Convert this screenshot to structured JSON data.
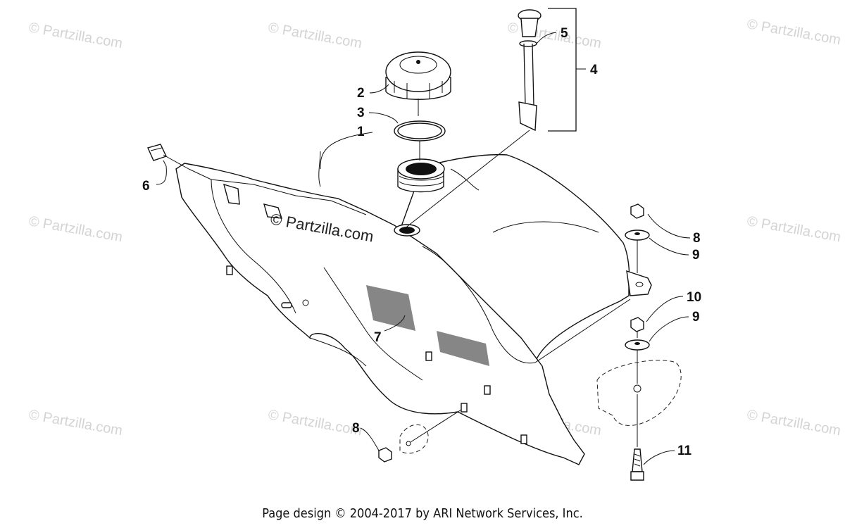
{
  "watermark": {
    "text": "© Partzilla.com",
    "center_text": "© Partzilla.com"
  },
  "callouts": {
    "c1": "1",
    "c2": "2",
    "c3": "3",
    "c4": "4",
    "c5": "5",
    "c6": "6",
    "c7": "7",
    "c8a": "8",
    "c8b": "8",
    "c9a": "9",
    "c9b": "9",
    "c10": "10",
    "c11": "11"
  },
  "footer": {
    "text": "Page design © 2004-2017 by ARI Network Services, Inc."
  }
}
